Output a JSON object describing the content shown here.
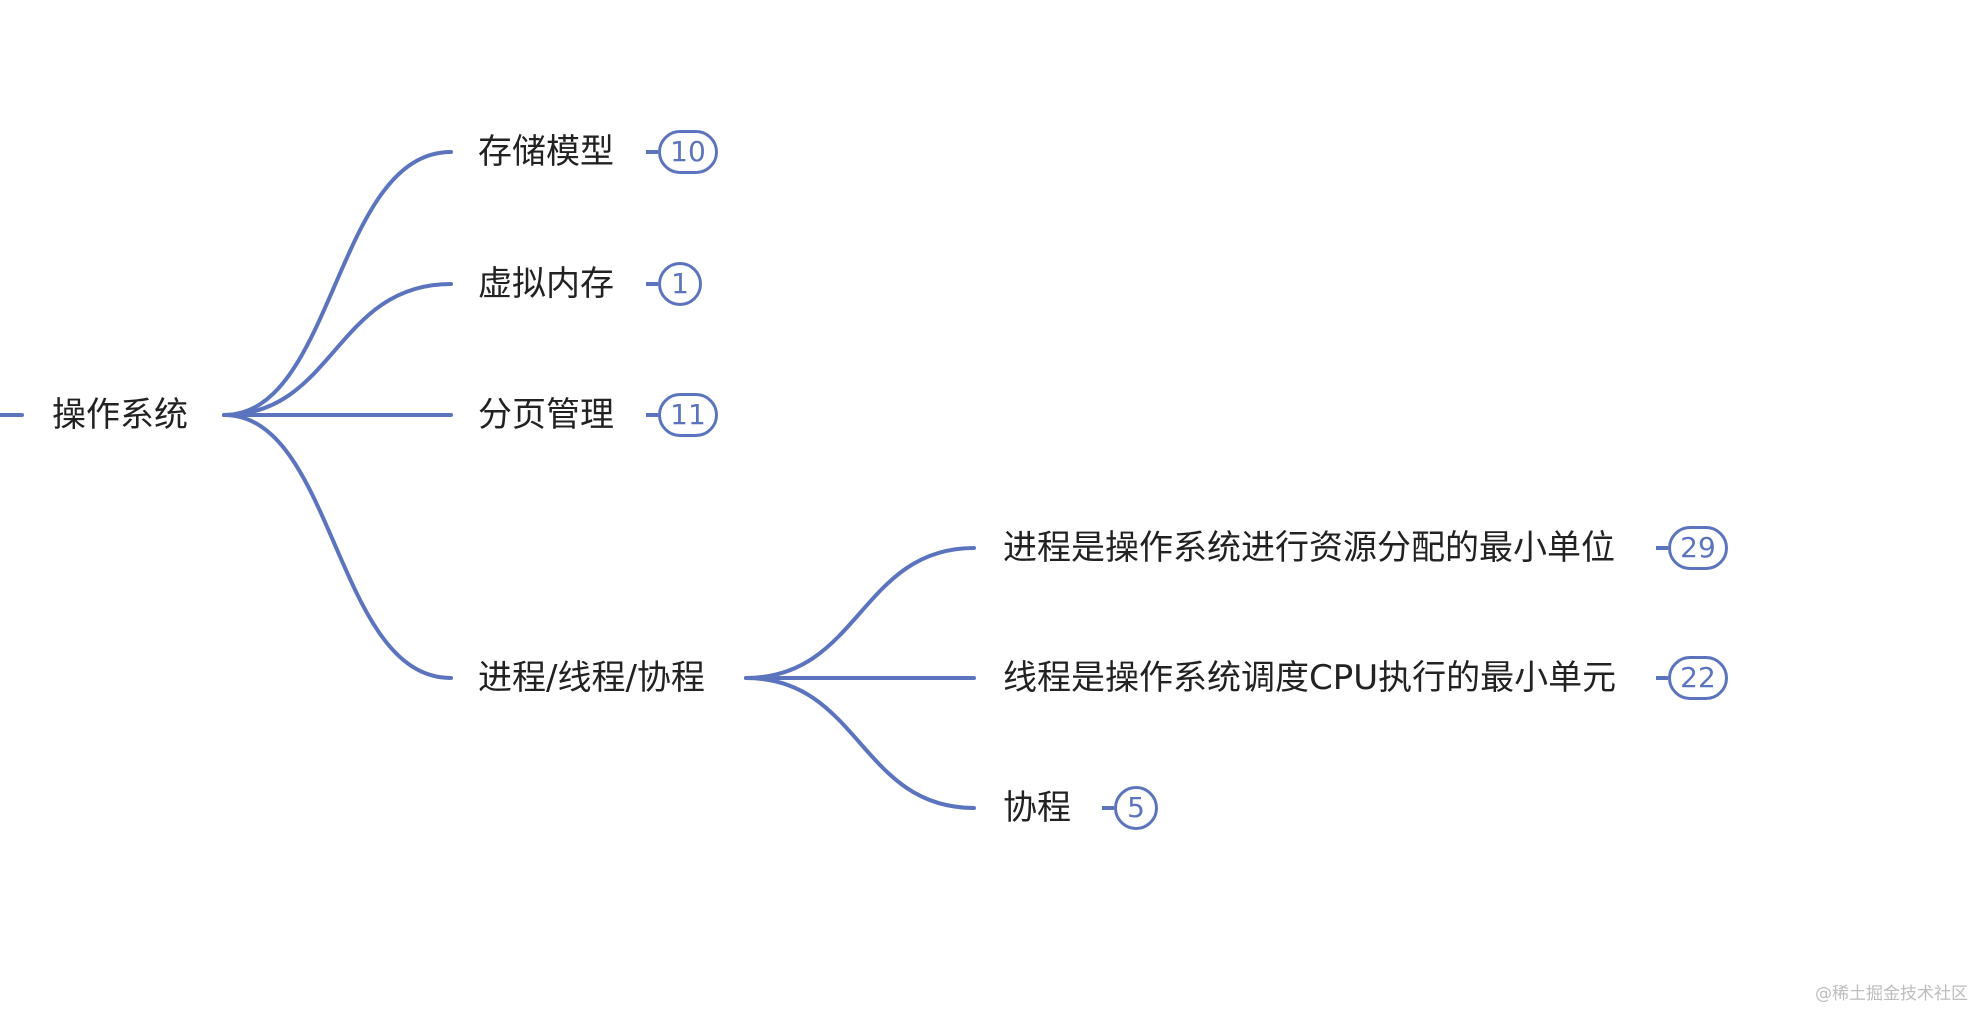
{
  "mindmap": {
    "root": {
      "label": "操作系统"
    },
    "branches": [
      {
        "label": "存储模型",
        "count": "10"
      },
      {
        "label": "虚拟内存",
        "count": "1"
      },
      {
        "label": "分页管理",
        "count": "11"
      },
      {
        "label": "进程/线程/协程",
        "children": [
          {
            "label": "进程是操作系统进行资源分配的最小单位",
            "count": "29"
          },
          {
            "label": "线程是操作系统调度CPU执行的最小单元",
            "count": "22"
          },
          {
            "label": "协程",
            "count": "5"
          }
        ]
      }
    ]
  },
  "style": {
    "line_color": "#5b74bd",
    "text_color": "#222222",
    "badge_text_color": "#5b74bd"
  },
  "watermark": "@稀土掘金技术社区"
}
